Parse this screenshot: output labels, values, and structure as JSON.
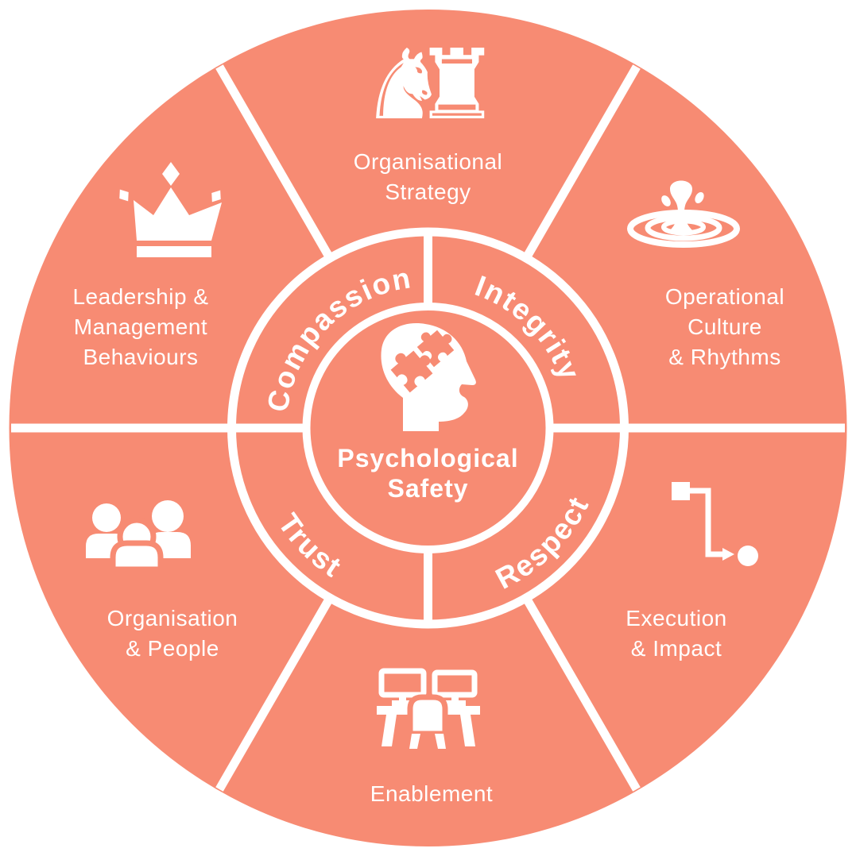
{
  "diagram": {
    "type": "circular-framework",
    "colors": {
      "primary": "#F78B73",
      "label": "#FFFFFF",
      "background": "#FFFFFF"
    },
    "center": {
      "icon": "head-puzzle-icon",
      "line1": "Psychological",
      "line2": "Safety"
    },
    "ring": {
      "top_left": "Compassion",
      "top_right": "Integrity",
      "bottom_left": "Trust",
      "bottom_right": "Respect"
    },
    "sectors": {
      "top": {
        "icon": "chess-pieces-icon",
        "line1": "Organisational",
        "line2": "Strategy"
      },
      "top_right": {
        "icon": "water-ripple-icon",
        "line1": "Operational",
        "line2": "Culture",
        "line3": "& Rhythms"
      },
      "bottom_right": {
        "icon": "process-flow-icon",
        "line1": "Execution",
        "line2": "& Impact"
      },
      "bottom": {
        "icon": "workstation-icon",
        "line1": "Enablement"
      },
      "bottom_left": {
        "icon": "people-icon",
        "line1": "Organisation",
        "line2": "& People"
      },
      "top_left": {
        "icon": "crown-icon",
        "line1": "Leadership &",
        "line2": "Management",
        "line3": "Behaviours"
      }
    },
    "glyphs": {
      "knight": "♞",
      "rook": "♜"
    }
  }
}
